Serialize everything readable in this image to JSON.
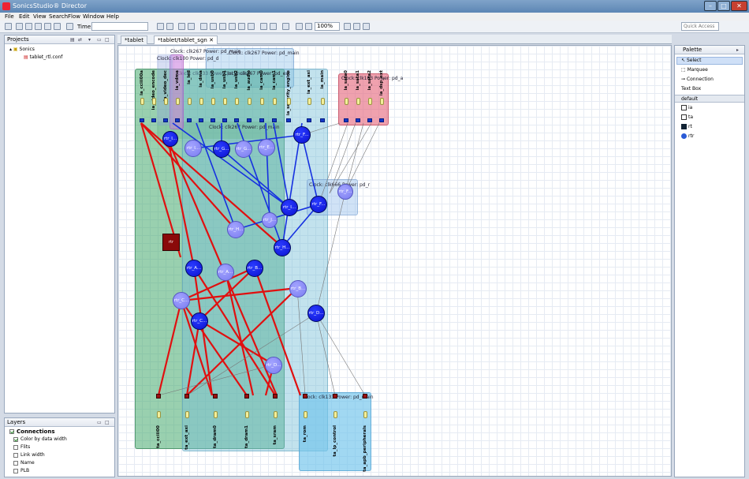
{
  "window": {
    "title": "SonicsStudio® Director"
  },
  "menu": [
    "File",
    "Edit",
    "View",
    "Search",
    "Flow",
    "Window",
    "Help"
  ],
  "toolbar": {
    "time_label": "Time:",
    "time_value": "",
    "zoom": "100%",
    "quick_access": "Quick Access"
  },
  "projects": {
    "tab": "Projects",
    "root": "Sonics",
    "file": "tablet_rtl.conf"
  },
  "editor": {
    "tabs": [
      {
        "label": "*tablet"
      },
      {
        "label": "*tablet/tablet_sgn"
      }
    ]
  },
  "palette": {
    "tab": "Palette",
    "tools": [
      "Select",
      "Marquee",
      "Connection",
      "Text Box"
    ],
    "group": "default",
    "items": [
      "ia",
      "ta",
      "rt",
      "rtr"
    ]
  },
  "layers": {
    "tab": "Layers",
    "section": "Connections",
    "options": [
      {
        "label": "Color by data width",
        "checked": true
      },
      {
        "label": "Flits",
        "checked": false
      },
      {
        "label": "Link width",
        "checked": false
      },
      {
        "label": "Name",
        "checked": false
      },
      {
        "label": "PLB",
        "checked": false
      }
    ]
  },
  "diagram": {
    "regions": [
      {
        "label": "Clock: clk267 Power: pd_main"
      },
      {
        "label": "Clock: clk533 Power: pd_main"
      },
      {
        "label": "Clock: clk267 Power: pd_ext"
      },
      {
        "label": "Clock: clk267 Power: pd_main"
      },
      {
        "label": "Clock: clk183 Power: pd_a"
      },
      {
        "label": "Clock: clk666 Power: pd_r"
      },
      {
        "label": "Clock: clk133 Power: pd_main"
      },
      {
        "label": "Clock: clk267 Power: pd_main"
      },
      {
        "label": "Clock: clk100 Power: pd_d"
      }
    ],
    "top_ports": [
      "ia_cciii00a",
      "ia_video_encode",
      "ia_video_dec",
      "ia_vdma",
      "ia_led",
      "ia_dma",
      "ia_usb0",
      "ia_usb1",
      "ia_usb2",
      "ia_audio",
      "ia_cam0",
      "ia_cam1",
      "ia_security_engine",
      "ia_ext_axi",
      "ia_main",
      "ia_sata0",
      "ia_sata1",
      "ia_sata2",
      "ia_dsp_ext"
    ],
    "bottom_ports": [
      "ta_cciii00",
      "ta_ext_axi",
      "ta_dram0",
      "ta_dram1",
      "ta_sram",
      "ta_rom",
      "ta_lp_control",
      "ta_apb_peripherals"
    ],
    "nodes": [
      "rtr_I...",
      "rtr_I...",
      "rtr_G...",
      "rtr_G...",
      "rtr_E...",
      "rtr_F...",
      "rtr_F...",
      "rtr_I...",
      "rtr_F...",
      "rtr_H...",
      "rtr_J...",
      "rtr_H...",
      "rtr_A...",
      "rtr_A...",
      "rtr_B...",
      "rtr_C...",
      "rtr_B...",
      "rtr_C...",
      "rtr_D...",
      "rtr_D..."
    ],
    "red_box": "rtr"
  }
}
